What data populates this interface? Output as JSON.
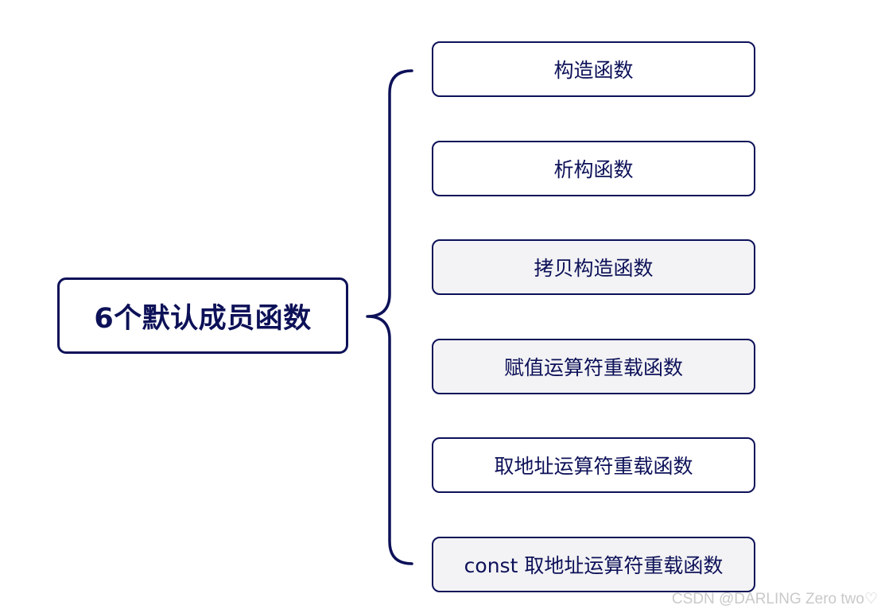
{
  "root": {
    "label": "6个默认成员函数"
  },
  "children": [
    {
      "label": "构造函数"
    },
    {
      "label": "析构函数"
    },
    {
      "label": "拷贝构造函数"
    },
    {
      "label": "赋值运算符重载函数"
    },
    {
      "label": "取地址运算符重载函数"
    },
    {
      "label": "const 取地址运算符重载函数"
    }
  ],
  "watermark": "CSDN @DARLING Zero two♡",
  "colors": {
    "stroke": "#0d1158",
    "shaded_fill": "#f3f3f5",
    "plain_fill": "#ffffff",
    "watermark": "#c9c9c9"
  }
}
